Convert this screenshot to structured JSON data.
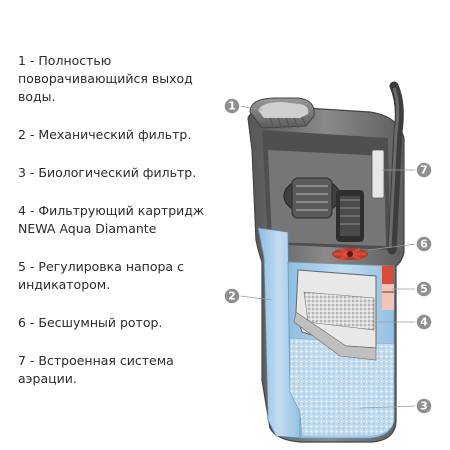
{
  "legend": [
    {
      "lines": [
        "1 - Полностью",
        "поворачивающийся выход",
        "воды."
      ]
    },
    {
      "lines": [
        "2 - Механический фильтр."
      ]
    },
    {
      "lines": [
        "3 - Биологический фильтр."
      ]
    },
    {
      "lines": [
        "4 - Фильтрующий картридж",
        "NEWA Aqua Diamante"
      ]
    },
    {
      "lines": [
        "5 - Регулировка напора с",
        "индикатором."
      ]
    },
    {
      "lines": [
        "6 - Бесшумный ротор."
      ]
    },
    {
      "lines": [
        "7 - Встроенная система",
        "аэрации."
      ]
    }
  ],
  "callouts": [
    "1",
    "2",
    "3",
    "4",
    "5",
    "6",
    "7"
  ],
  "icons": {
    "callout_marker": "numbered-circle-marker"
  },
  "colors": {
    "callout_fill": "#8f8f8f",
    "water": "#a9cde6",
    "filter_media": "#c6dcee",
    "housing": "#6d6d6d",
    "indicator": "#d84a3a"
  }
}
